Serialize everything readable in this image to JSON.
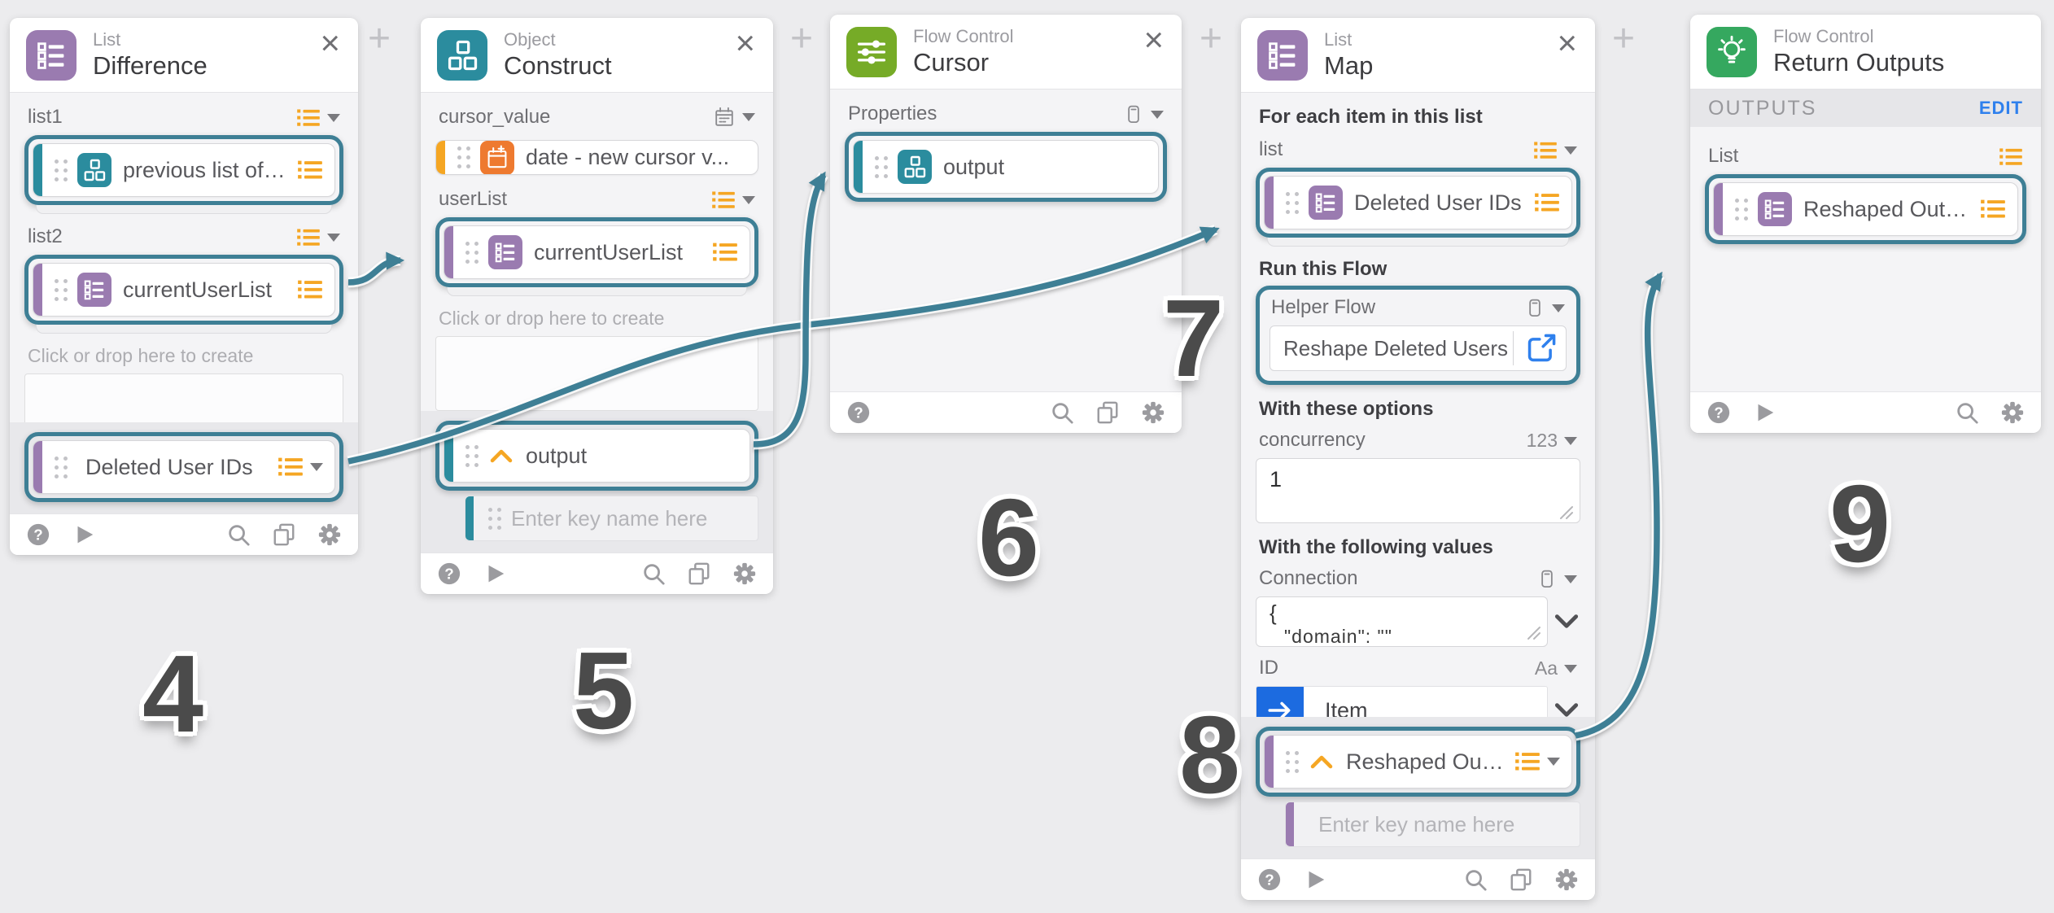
{
  "ui": {
    "close": "×",
    "plus": "+"
  },
  "colors": {
    "teal": "#2b8c9e",
    "purple": "#9a7bb0",
    "orange": "#f5a623",
    "orange_deep": "#ee7a30",
    "green": "#76ab27",
    "emerald": "#35a85f",
    "connector": "#3e7f95",
    "edit_blue": "#2f80ed",
    "item_blue": "#1c6be0",
    "number_gray": "#4b4b4b"
  },
  "cards": {
    "difference": {
      "category": "List",
      "title": "Difference",
      "fields": {
        "list1": {
          "label": "list1",
          "value": "previous list of I..."
        },
        "list2": {
          "label": "list2",
          "value": "currentUserList"
        },
        "drop_hint": "Click or drop here to create"
      },
      "output": {
        "value": "Deleted User IDs"
      }
    },
    "construct": {
      "category": "Object",
      "title": "Construct",
      "fields": {
        "cursor_value": {
          "label": "cursor_value",
          "value": "date - new cursor v..."
        },
        "userList": {
          "label": "userList",
          "value": "currentUserList"
        },
        "drop_hint": "Click or drop here to create"
      },
      "output": {
        "value": "output",
        "key_placeholder": "Enter key name here"
      }
    },
    "cursor": {
      "category": "Flow Control",
      "title": "Cursor",
      "fields": {
        "properties": {
          "label": "Properties",
          "value": "output"
        }
      }
    },
    "map": {
      "category": "List",
      "title": "Map",
      "sections": {
        "for_each": "For each item in this list",
        "run_flow": "Run this Flow",
        "options": "With these options",
        "values": "With the following values"
      },
      "fields": {
        "list": {
          "label": "list",
          "value": "Deleted User IDs"
        },
        "helper_flow": {
          "label": "Helper Flow",
          "value": "Reshape Deleted Users"
        },
        "concurrency": {
          "label": "concurrency",
          "type_label": "123",
          "value": "1"
        },
        "connection": {
          "label": "Connection",
          "value_line1": "{",
          "value_line2": "\"domain\": \"\""
        },
        "id": {
          "label": "ID",
          "type_label": "Aa",
          "value": "Item"
        }
      },
      "output": {
        "value": "Reshaped Outputs",
        "key_placeholder": "Enter key name here"
      }
    },
    "return_outputs": {
      "category": "Flow Control",
      "title": "Return Outputs",
      "outputs_header": "OUTPUTS",
      "edit_label": "EDIT",
      "fields": {
        "list": {
          "label": "List",
          "value": "Reshaped Outp..."
        }
      }
    }
  },
  "annotations": {
    "n4": "4",
    "n5": "5",
    "n6": "6",
    "n7": "7",
    "n8": "8",
    "n9": "9"
  }
}
